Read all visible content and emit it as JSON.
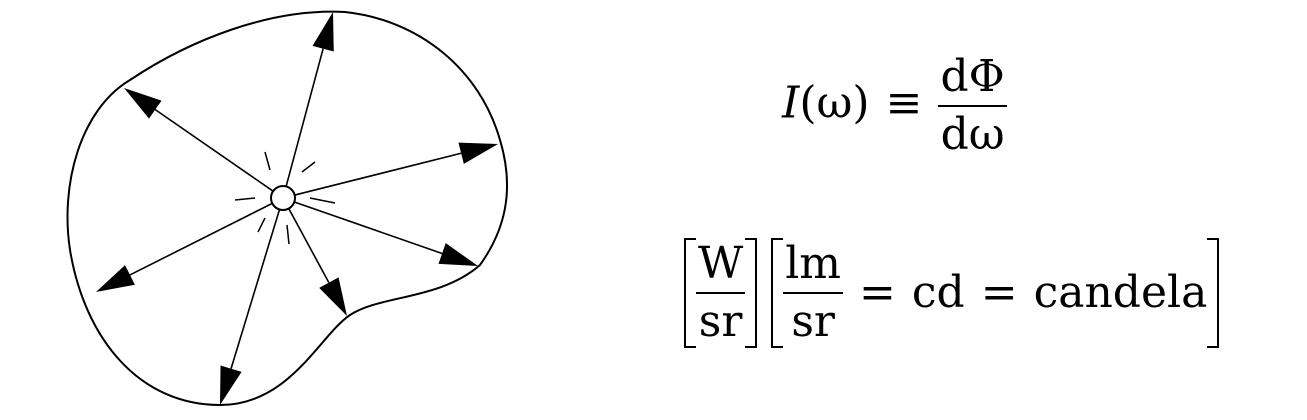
{
  "formula_1": {
    "lhs_symbol": "I",
    "lhs_arg": "(ω)",
    "relation": "≡",
    "numerator": "dΦ",
    "denominator": "dω"
  },
  "formula_2": {
    "unit_1_numerator": "W",
    "unit_1_denominator": "sr",
    "unit_2_numerator": "lm",
    "unit_2_denominator": "sr",
    "eq_1": "=",
    "unit_2_symbol": "cd",
    "eq_2": "=",
    "unit_2_name": "candela"
  }
}
